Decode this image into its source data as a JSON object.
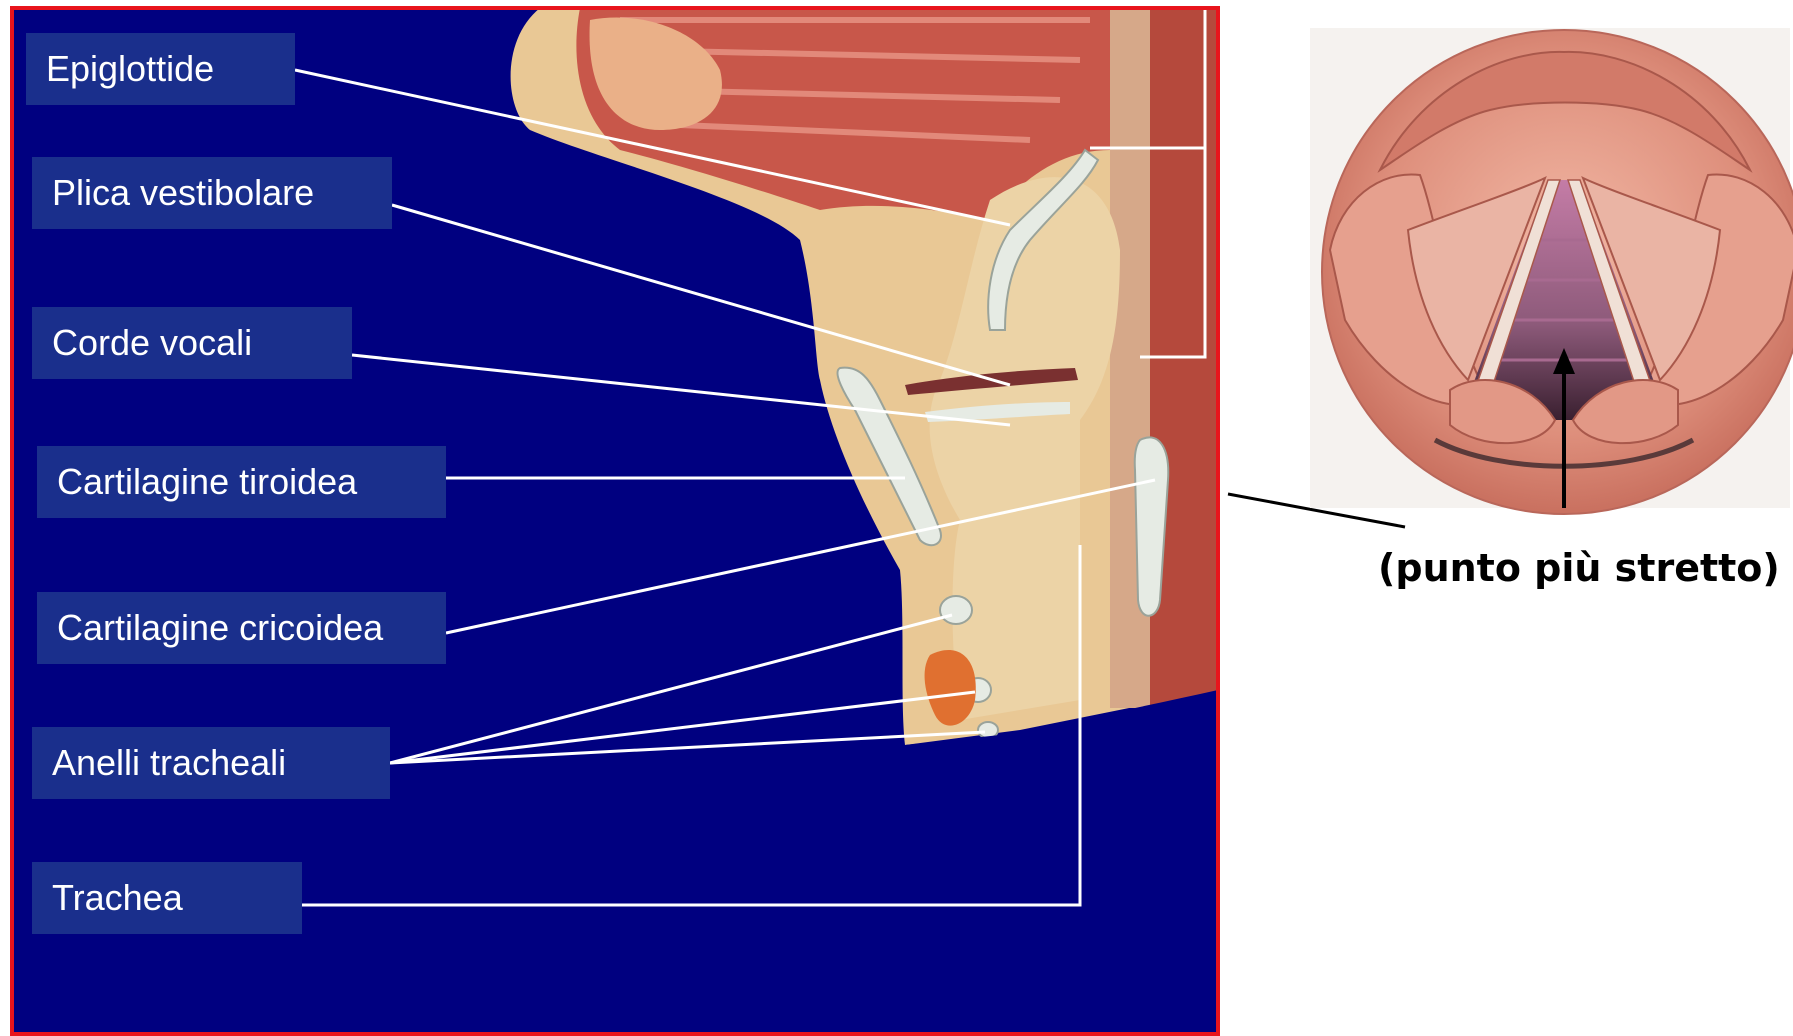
{
  "labels": {
    "epiglottide": "Epiglottide",
    "plica_vestibolare": "Plica vestibolare",
    "corde_vocali": "Corde vocali",
    "cartilagine_tiroidea": "Cartilagine tiroidea",
    "cartilagine_cricoidea": "Cartilagine cricoidea",
    "anelli_tracheali": "Anelli tracheali",
    "trachea": "Trachea"
  },
  "caption": "(punto più stretto)",
  "colors": {
    "panel_background": "#000080",
    "panel_border": "#e8141c",
    "label_background": "#1a2f8c",
    "label_text": "#ffffff",
    "leader_line": "#ffffff",
    "tissue": "#e9c895",
    "muscle": "#c8574a",
    "cartilage": "#e6ebe4",
    "larynx_view": "#e0917f"
  }
}
